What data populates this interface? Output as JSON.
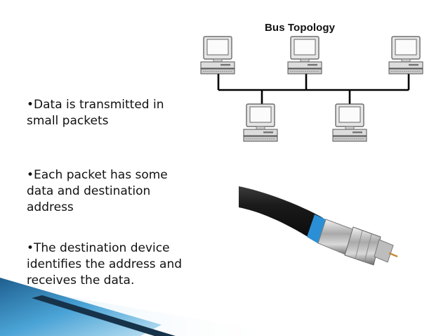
{
  "diagram": {
    "title": "Bus Topology"
  },
  "bullets": [
    {
      "text": "•Data is transmitted in small packets"
    },
    {
      "text": "•Each packet has some data and destination address"
    },
    {
      "text": "•The destination device identifies the address and receives the data."
    }
  ],
  "colors": {
    "bus_line": "#000000",
    "cable_ring": "#2b8fd6",
    "accent_corner": "#3a8fc9"
  }
}
